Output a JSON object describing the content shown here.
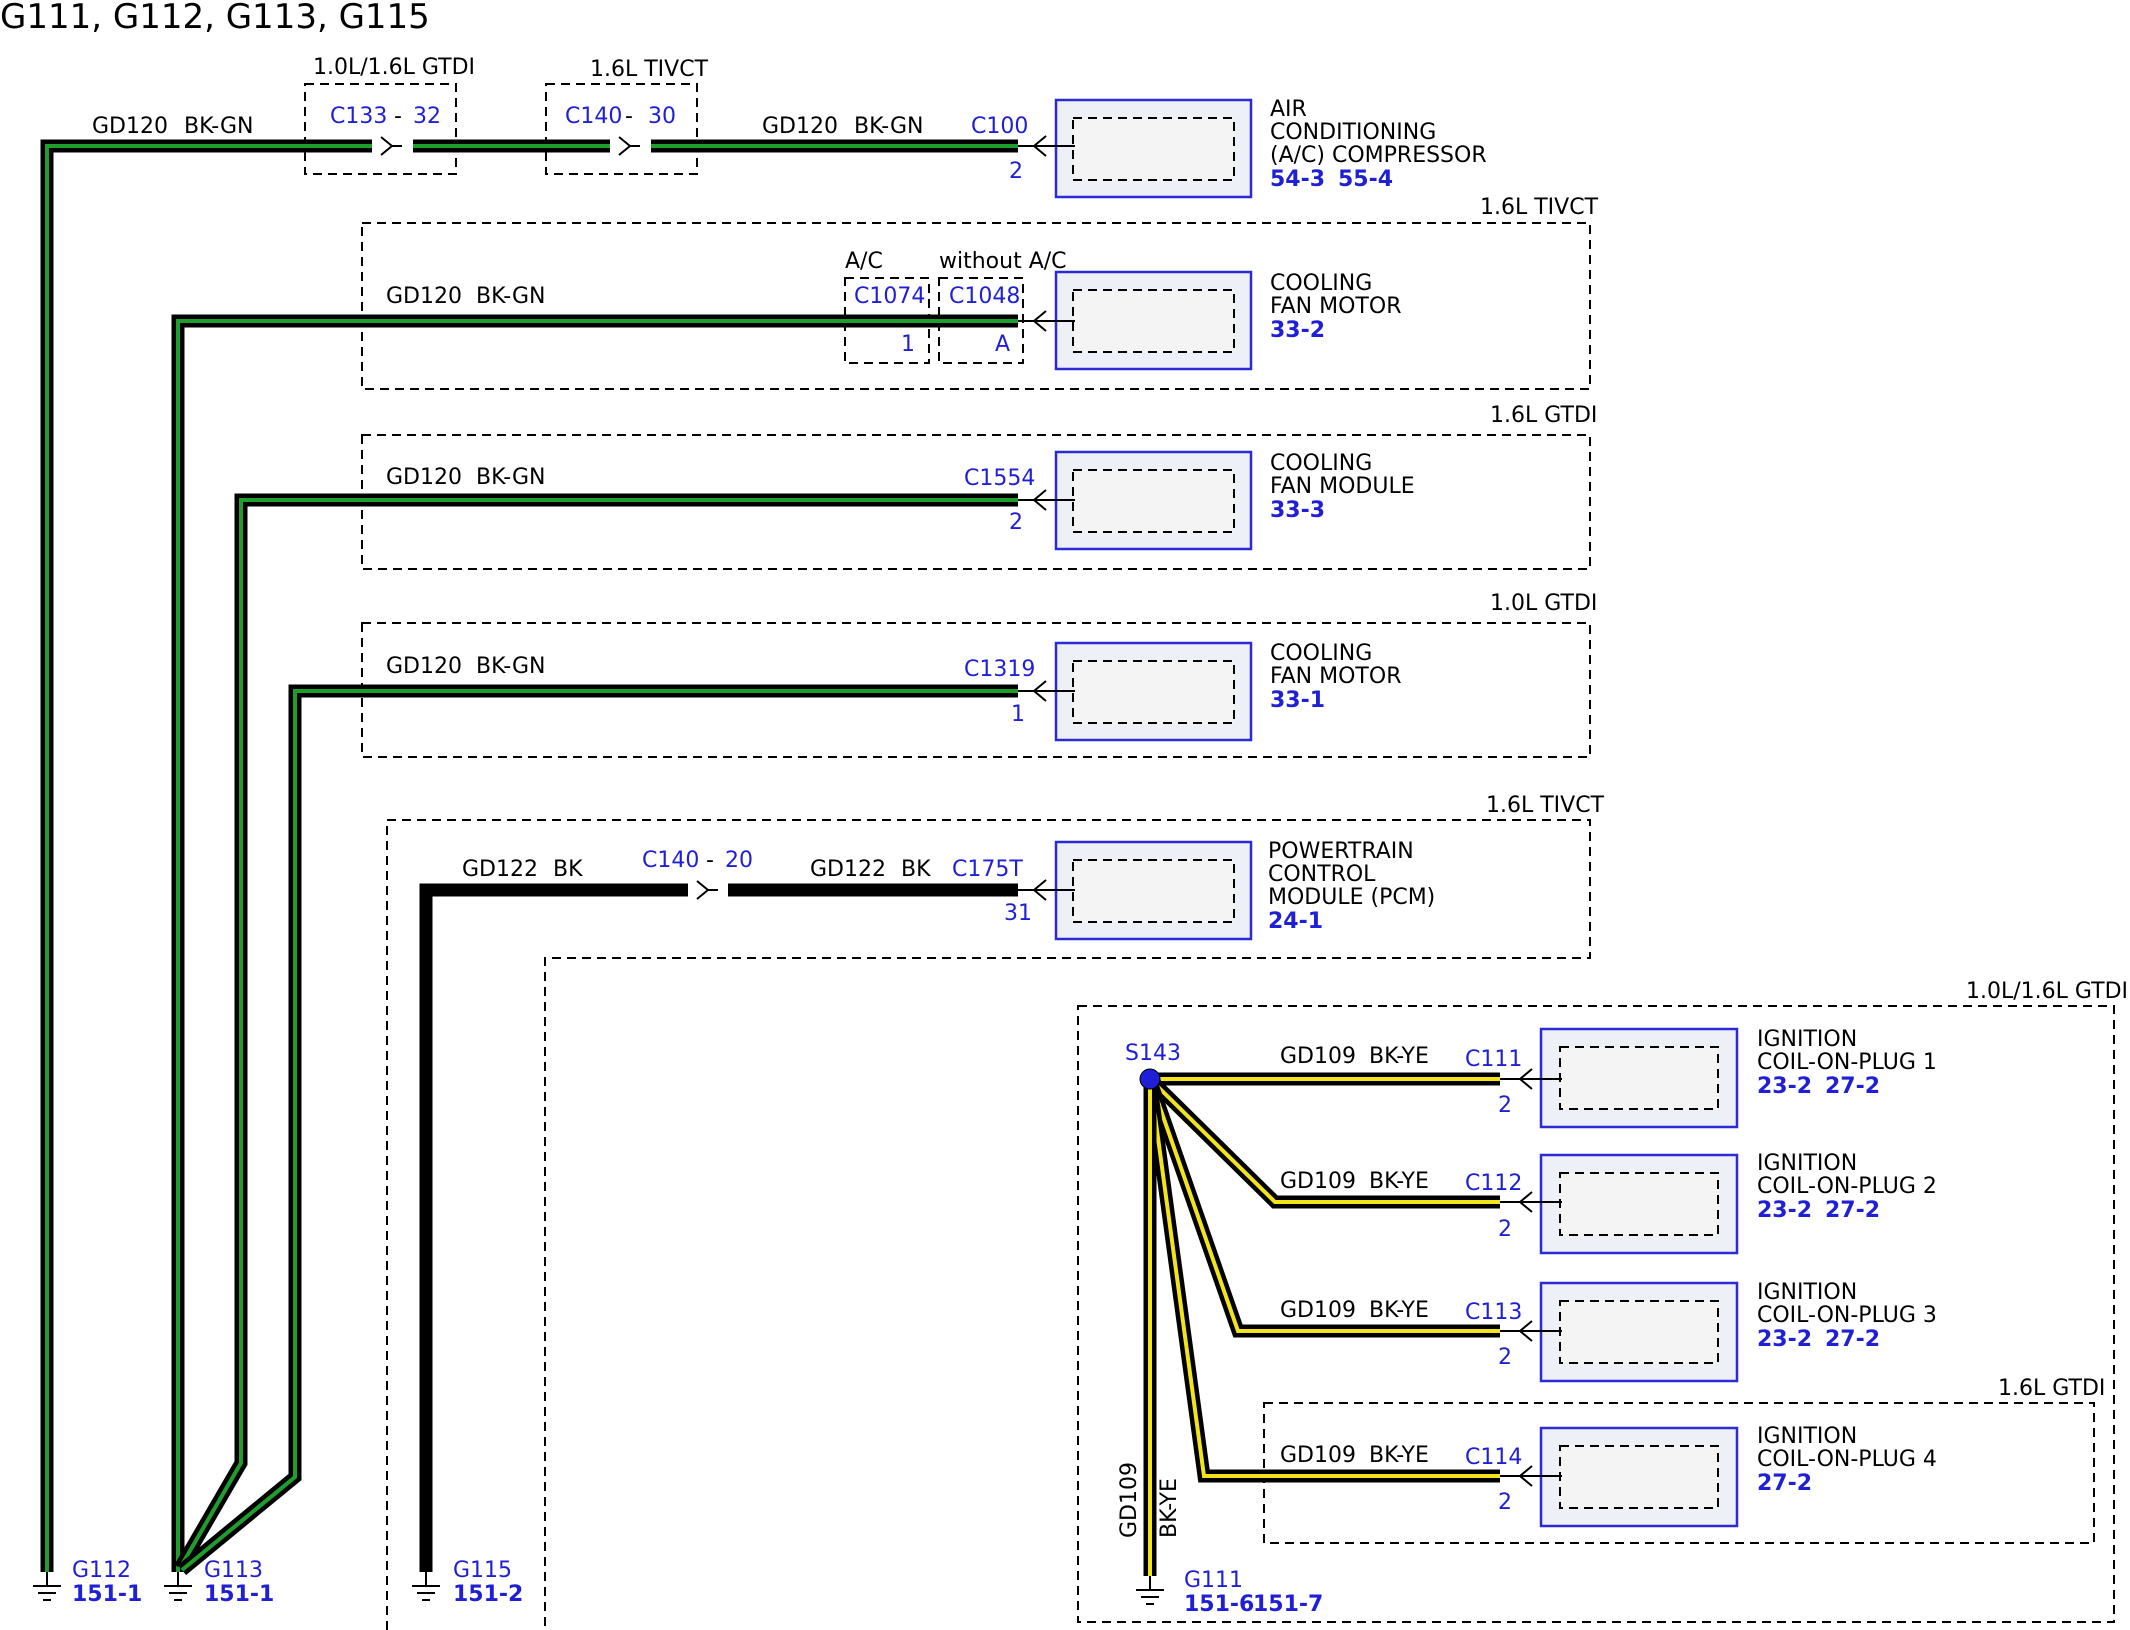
{
  "title": "G111, G112, G113, G115",
  "colors": {
    "link": "#1f1fd6",
    "green_stripe": "#1e9e2c",
    "yellow_stripe": "#f2e31b",
    "wire_base": "#000000"
  },
  "icons": {
    "ground": "ground-symbol-icon",
    "connector": "connector-arrow-icon",
    "splice": "splice-dot-icon"
  },
  "circuits": {
    "gd120": "GD120",
    "gd122": "GD122",
    "gd109": "GD109",
    "bkgn": "BK-GN",
    "bk": "BK",
    "bkye": "BK-YE"
  },
  "options": {
    "gtdi_both": "1.0L/1.6L GTDI",
    "tivct": "1.6L TIVCT",
    "gtdi16": "1.6L GTDI",
    "gtdi10": "1.0L GTDI",
    "ac": "A/C",
    "without_ac": "without A/C"
  },
  "connectors": {
    "c133": "C133",
    "c133_pin": "32",
    "c140": "C140",
    "c140_pin": "30",
    "c140_pin_pcm": "20",
    "dash": "-",
    "c100": "C100",
    "c100_pin": "2",
    "c1074": "C1074",
    "c1074_pin": "1",
    "c1048": "C1048",
    "c1048_pin": "A",
    "c1554": "C1554",
    "c1554_pin": "2",
    "c1319": "C1319",
    "c1319_pin": "1",
    "c175t": "C175T",
    "c175t_pin": "31",
    "c111": "C111",
    "c111_pin": "2",
    "c112": "C112",
    "c112_pin": "2",
    "c113": "C113",
    "c113_pin": "2",
    "c114": "C114",
    "c114_pin": "2",
    "s143": "S143"
  },
  "components": {
    "ac": {
      "l1": "AIR",
      "l2": "CONDITIONING",
      "l3": "(A/C) COMPRESSOR",
      "p1": "54-3",
      "p2": "55-4"
    },
    "fan_motor_a": {
      "l1": "COOLING",
      "l2": "FAN MOTOR",
      "p1": "33-2"
    },
    "fan_module": {
      "l1": "COOLING",
      "l2": "FAN MODULE",
      "p1": "33-3"
    },
    "fan_motor_b": {
      "l1": "COOLING",
      "l2": "FAN MOTOR",
      "p1": "33-1"
    },
    "pcm": {
      "l1": "POWERTRAIN",
      "l2": "CONTROL",
      "l3": "MODULE (PCM)",
      "p1": "24-1"
    },
    "coil1": {
      "l1": "IGNITION",
      "l2": "COIL-ON-PLUG 1",
      "p1": "23-2",
      "p2": "27-2"
    },
    "coil2": {
      "l1": "IGNITION",
      "l2": "COIL-ON-PLUG 2",
      "p1": "23-2",
      "p2": "27-2"
    },
    "coil3": {
      "l1": "IGNITION",
      "l2": "COIL-ON-PLUG 3",
      "p1": "23-2",
      "p2": "27-2"
    },
    "coil4": {
      "l1": "IGNITION",
      "l2": "COIL-ON-PLUG 4",
      "p1": "27-2"
    }
  },
  "grounds": {
    "g112": {
      "name": "G112",
      "page": "151-1"
    },
    "g113": {
      "name": "G113",
      "page": "151-1"
    },
    "g115": {
      "name": "G115",
      "page": "151-2"
    },
    "g111": {
      "name": "G111",
      "page1": "151-6",
      "page2": "151-7"
    }
  }
}
